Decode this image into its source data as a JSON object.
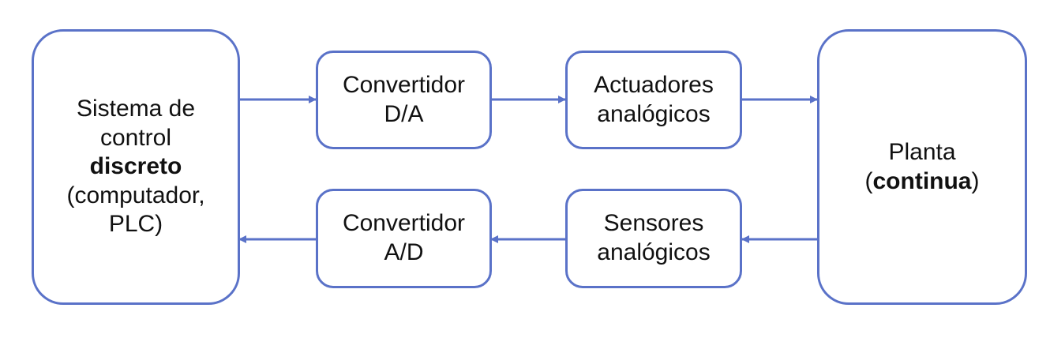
{
  "colors": {
    "line": "#5a72c8",
    "text": "#111111"
  },
  "blocks": {
    "controller": {
      "line1": "Sistema de",
      "line2": "control",
      "line3_bold": "discreto",
      "line4": "(computador,",
      "line5": "PLC)"
    },
    "dac": {
      "line1": "Convertidor",
      "line2": "D/A"
    },
    "actuators": {
      "line1": "Actuadores",
      "line2": "analógicos"
    },
    "plant": {
      "line1": "Planta",
      "line2_open": "(",
      "line2_bold": "continua",
      "line2_close": ")"
    },
    "adc": {
      "line1": "Convertidor",
      "line2": "A/D"
    },
    "sensors": {
      "line1": "Sensores",
      "line2": "analógicos"
    }
  },
  "connections": [
    {
      "from": "controller",
      "to": "dac"
    },
    {
      "from": "dac",
      "to": "actuators"
    },
    {
      "from": "actuators",
      "to": "plant"
    },
    {
      "from": "plant",
      "to": "sensors"
    },
    {
      "from": "sensors",
      "to": "adc"
    },
    {
      "from": "adc",
      "to": "controller"
    }
  ]
}
